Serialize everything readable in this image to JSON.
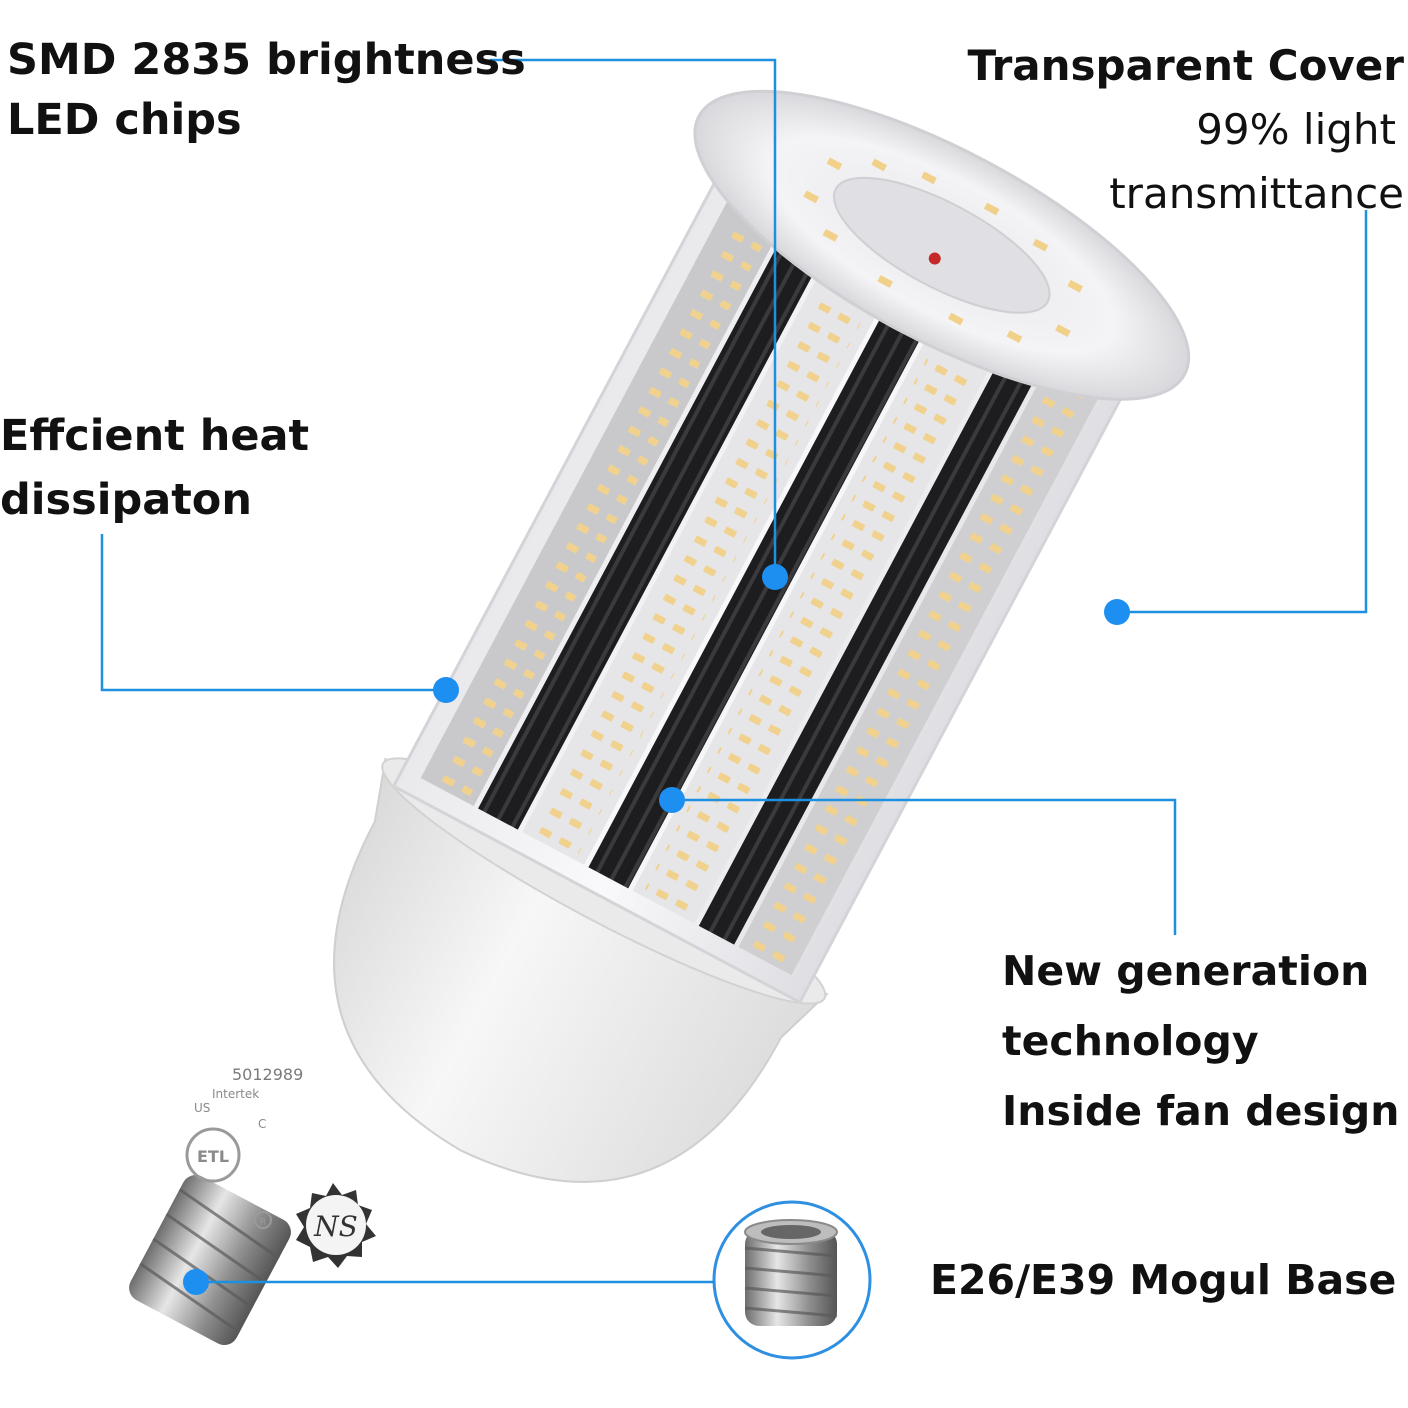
{
  "callouts": {
    "smd": {
      "line1": "SMD 2835 brightness",
      "line2": "LED chips"
    },
    "cover": {
      "title": "Transparent Cover",
      "line2": "99% light",
      "line3": "transmittance"
    },
    "heat": {
      "line1": "Effcient heat",
      "line2": "dissipaton"
    },
    "fan": {
      "line1": "New generation",
      "line2": "technology",
      "line3": "Inside fan design"
    },
    "base": {
      "label": "E26/E39 Mogul Base"
    }
  },
  "product_markings": {
    "cert_number": "5012989",
    "cert_brand": "Intertek",
    "cert_c": "C",
    "cert_us": "US",
    "cert_logo": "ETL",
    "registered": "R",
    "brand_logo": "NS"
  },
  "colors": {
    "callout_line": "#1f8fe0",
    "callout_dot": "#1d8ff0",
    "text": "#111111",
    "base_white": "#f1f1f1",
    "led_chip": "#f3d79a",
    "fin_dark": "#1a1a1a"
  }
}
